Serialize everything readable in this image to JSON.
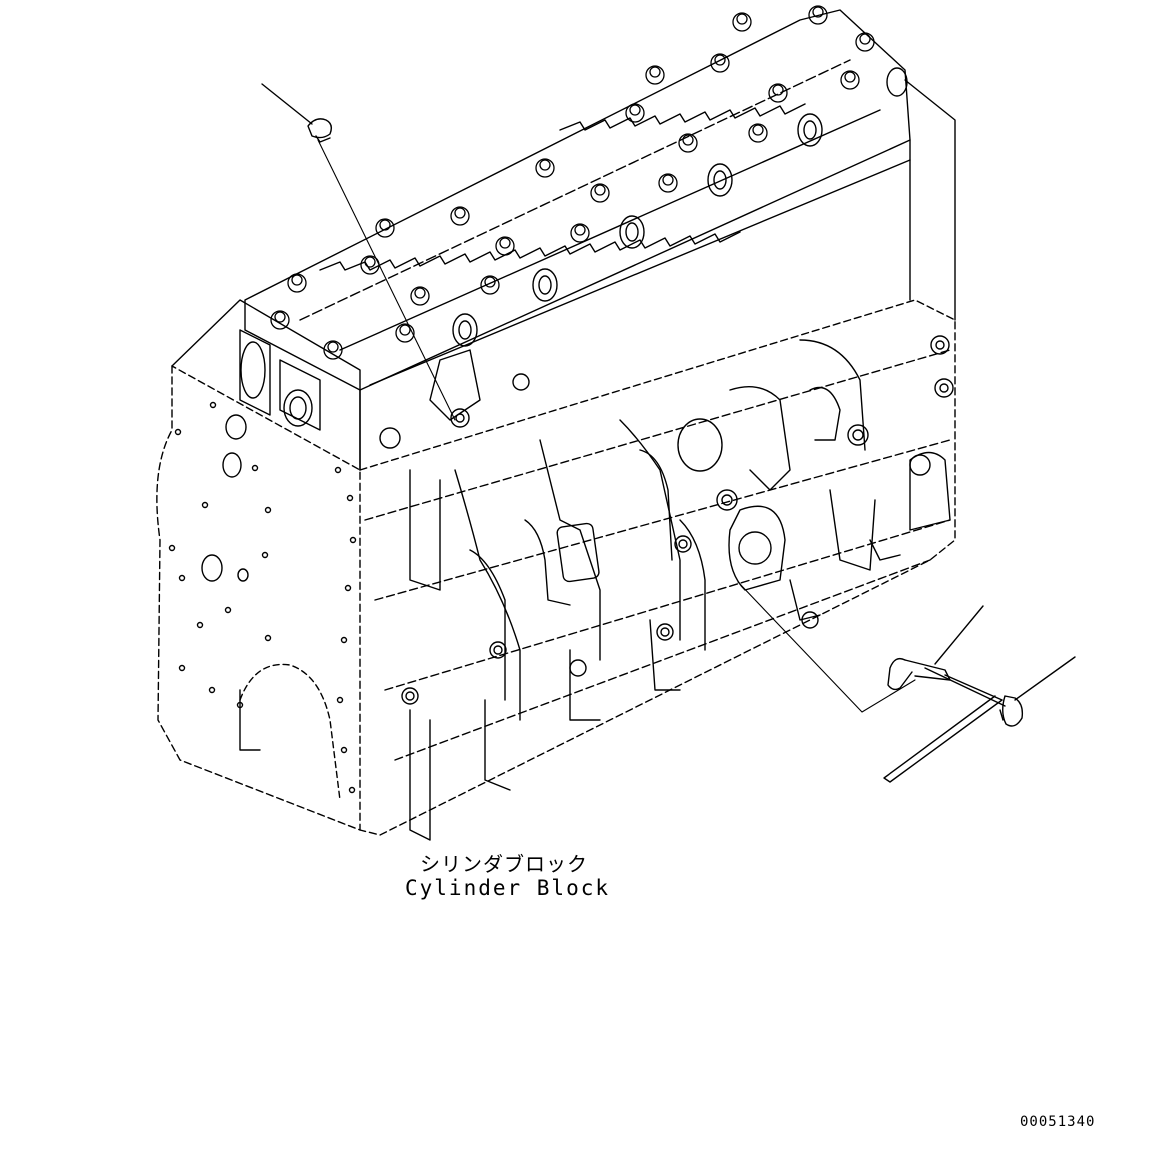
{
  "labels": {
    "part_name_jp": "シリンダブロック",
    "part_name_en": "Cylinder Block",
    "drawing_number": "00051340"
  },
  "colors": {
    "line": "#000000",
    "background": "#ffffff"
  }
}
